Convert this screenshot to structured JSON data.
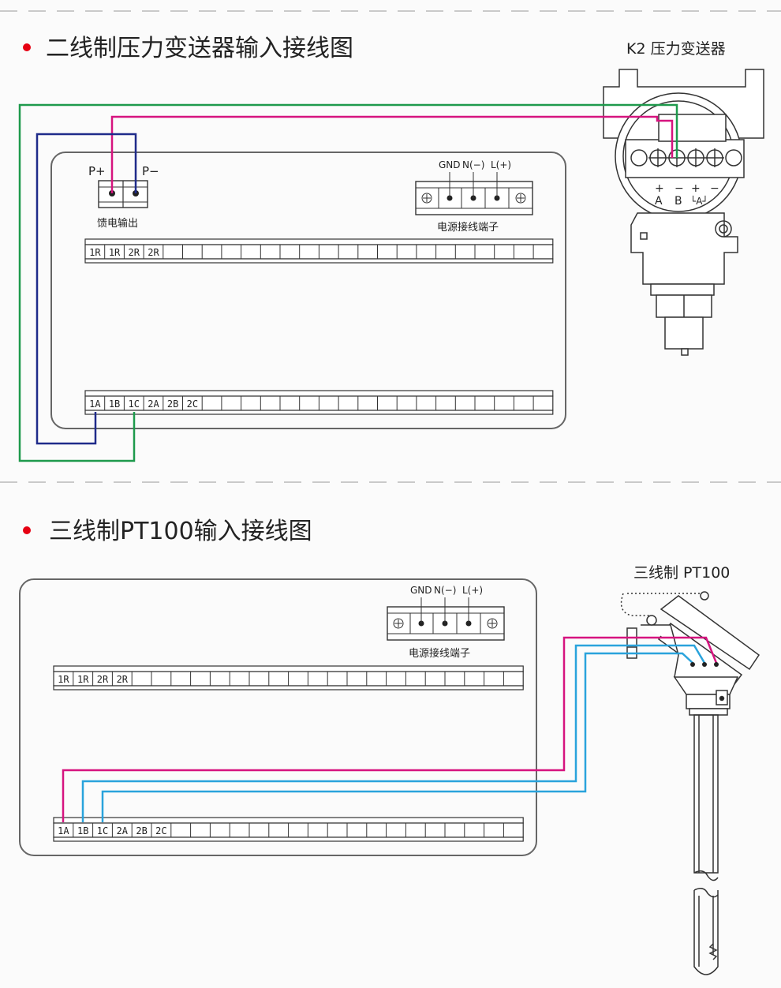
{
  "section1": {
    "title": "二线制压力变送器输入接线图",
    "device_label": "K2 压力变送器",
    "feed": {
      "p_plus": "P+",
      "p_minus": "P−",
      "label": "馈电输出"
    },
    "power": {
      "gnd": "GND",
      "n": "N(−)",
      "l": "L(+)",
      "label": "电源接线端子"
    },
    "transmitter_terminals": {
      "plus": "+",
      "minus": "−",
      "a": "A",
      "b": "B",
      "loop": "└A┘"
    },
    "top_strip": [
      "1R",
      "1R",
      "2R",
      "2R"
    ],
    "bottom_strip": [
      "1A",
      "1B",
      "1C",
      "2A",
      "2B",
      "2C"
    ]
  },
  "section2": {
    "title": "三线制PT100输入接线图",
    "device_label": "三线制 PT100",
    "power": {
      "gnd": "GND",
      "n": "N(−)",
      "l": "L(+)",
      "label": "电源接线端子"
    },
    "top_strip": [
      "1R",
      "1R",
      "2R",
      "2R"
    ],
    "bottom_strip": [
      "1A",
      "1B",
      "1C",
      "2A",
      "2B",
      "2C"
    ]
  },
  "colors": {
    "bullet": "#e60012",
    "magenta": "#d6147f",
    "green": "#1e9a4c",
    "navy": "#1f2b8a",
    "blue": "#2aa3dc",
    "outline": "#555555"
  }
}
